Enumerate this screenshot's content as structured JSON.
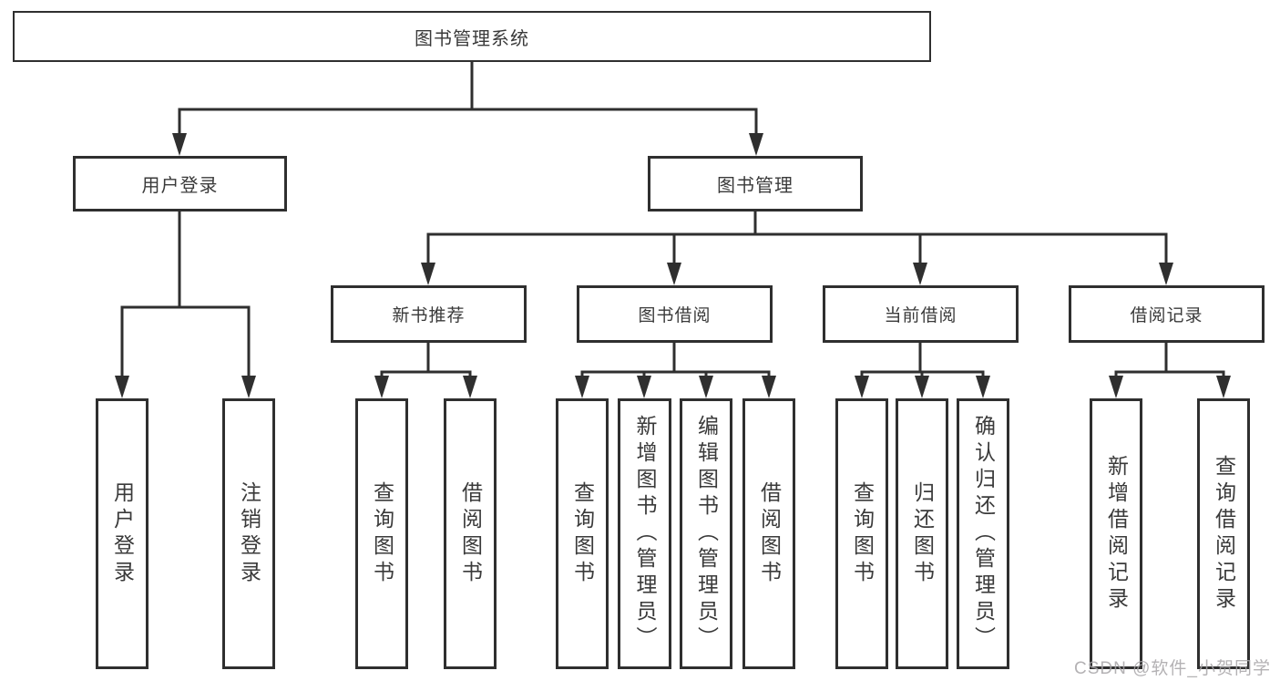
{
  "diagram": {
    "type": "functional-structure-tree",
    "root": {
      "label": "图书管理系统",
      "children": [
        {
          "label": "用户登录",
          "children": [
            {
              "label": "用户登录"
            },
            {
              "label": "注销登录"
            }
          ]
        },
        {
          "label": "图书管理",
          "children": [
            {
              "label": "新书推荐",
              "children": [
                {
                  "label": "查询图书"
                },
                {
                  "label": "借阅图书"
                }
              ]
            },
            {
              "label": "图书借阅",
              "children": [
                {
                  "label": "查询图书"
                },
                {
                  "label": "新增图书（管理员）"
                },
                {
                  "label": "编辑图书（管理员）"
                },
                {
                  "label": "借阅图书"
                }
              ]
            },
            {
              "label": "当前借阅",
              "children": [
                {
                  "label": "查询图书"
                },
                {
                  "label": "归还图书"
                },
                {
                  "label": "确认归还（管理员）"
                }
              ]
            },
            {
              "label": "借阅记录",
              "children": [
                {
                  "label": "新增借阅记录"
                },
                {
                  "label": "查询借阅记录"
                }
              ]
            }
          ]
        }
      ]
    }
  },
  "watermark": {
    "text": "CSDN @软件_小贺同学"
  },
  "colors": {
    "line": "#2f2f2f",
    "text": "#3a3a3a",
    "background": "#ffffff",
    "watermark": "#a7a5a8"
  }
}
